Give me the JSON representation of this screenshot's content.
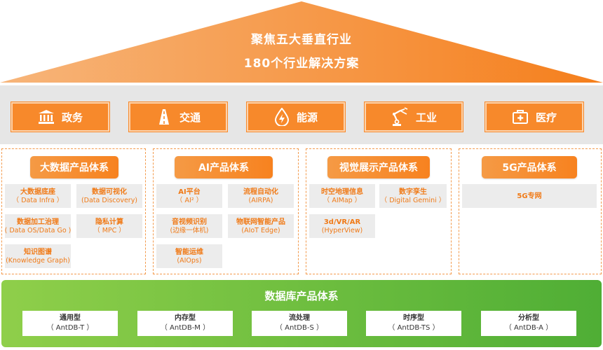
{
  "roof": {
    "title": "聚焦五大垂直行业",
    "subtitle": "180个行业解决方案"
  },
  "industries": [
    {
      "label": "政务",
      "icon": "government-building-icon"
    },
    {
      "label": "交通",
      "icon": "road-icon"
    },
    {
      "label": "能源",
      "icon": "energy-drop-icon"
    },
    {
      "label": "工业",
      "icon": "robot-arm-icon"
    },
    {
      "label": "医疗",
      "icon": "medical-kit-icon"
    }
  ],
  "product_systems": [
    {
      "title": "大数据产品体系",
      "items": [
        {
          "name": "大数据底座",
          "sub": "（ Data Infra ）"
        },
        {
          "name": "数据可视化",
          "sub": "(Data Discovery)"
        },
        {
          "name": "数据加工治理",
          "sub": "( Data OS/Data Go )"
        },
        {
          "name": "隐私计算",
          "sub": "（ MPC ）"
        },
        {
          "name": "知识图谱",
          "sub": "(Knowledge Graph)"
        }
      ]
    },
    {
      "title": "AI产品体系",
      "items": [
        {
          "name": "AI平台",
          "sub": "（ AI² ）"
        },
        {
          "name": "流程自动化",
          "sub": "(AIRPA)"
        },
        {
          "name": "音视频识别",
          "sub": "(边缘一体机)"
        },
        {
          "name": "物联网智能产品",
          "sub": "(AIoT Edge)"
        },
        {
          "name": "智能运维",
          "sub": "(AIOps)"
        }
      ]
    },
    {
      "title": "视觉展示产品体系",
      "items": [
        {
          "name": "时空地理信息",
          "sub": "（ AIMap ）"
        },
        {
          "name": "数字孪生",
          "sub": "（ Digital Gemini ）"
        },
        {
          "name": "3d/VR/AR",
          "sub": "(HyperView)"
        }
      ]
    },
    {
      "title": "5G产品体系",
      "items": [
        {
          "name": "5G专网",
          "sub": ""
        }
      ]
    }
  ],
  "database": {
    "title": "数据库产品体系",
    "items": [
      {
        "name": "通用型",
        "sub": "（ AntDB-T ）"
      },
      {
        "name": "内存型",
        "sub": "（ AntDB-M ）"
      },
      {
        "name": "流处理",
        "sub": "（ AntDB-S ）"
      },
      {
        "name": "时序型",
        "sub": "（ AntDB-TS ）"
      },
      {
        "name": "分析型",
        "sub": "（ AntDB-A ）"
      }
    ]
  },
  "colors": {
    "orange": "#f7892b",
    "green": "#4fae35",
    "gray": "#e6e6e6"
  }
}
